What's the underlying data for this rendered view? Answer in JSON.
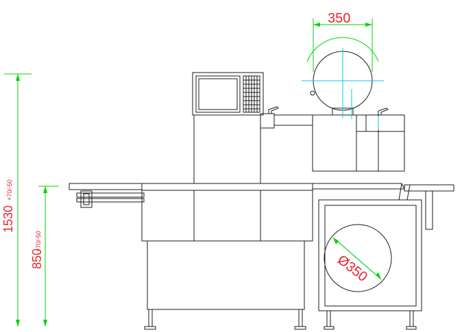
{
  "colors": {
    "machine": "#1a1a1a",
    "dimension": "#00d400",
    "centerline": "#00c8e8",
    "label": "#e8242c",
    "background": "#ffffff"
  },
  "dimensions": {
    "drum_width": {
      "value": "350"
    },
    "total_height": {
      "value": "1530",
      "tolerance": "+70/-50"
    },
    "conveyor_height": {
      "value": "850",
      "tolerance": "+70/-50"
    },
    "roll_diameter": {
      "value": "Ø350"
    }
  }
}
